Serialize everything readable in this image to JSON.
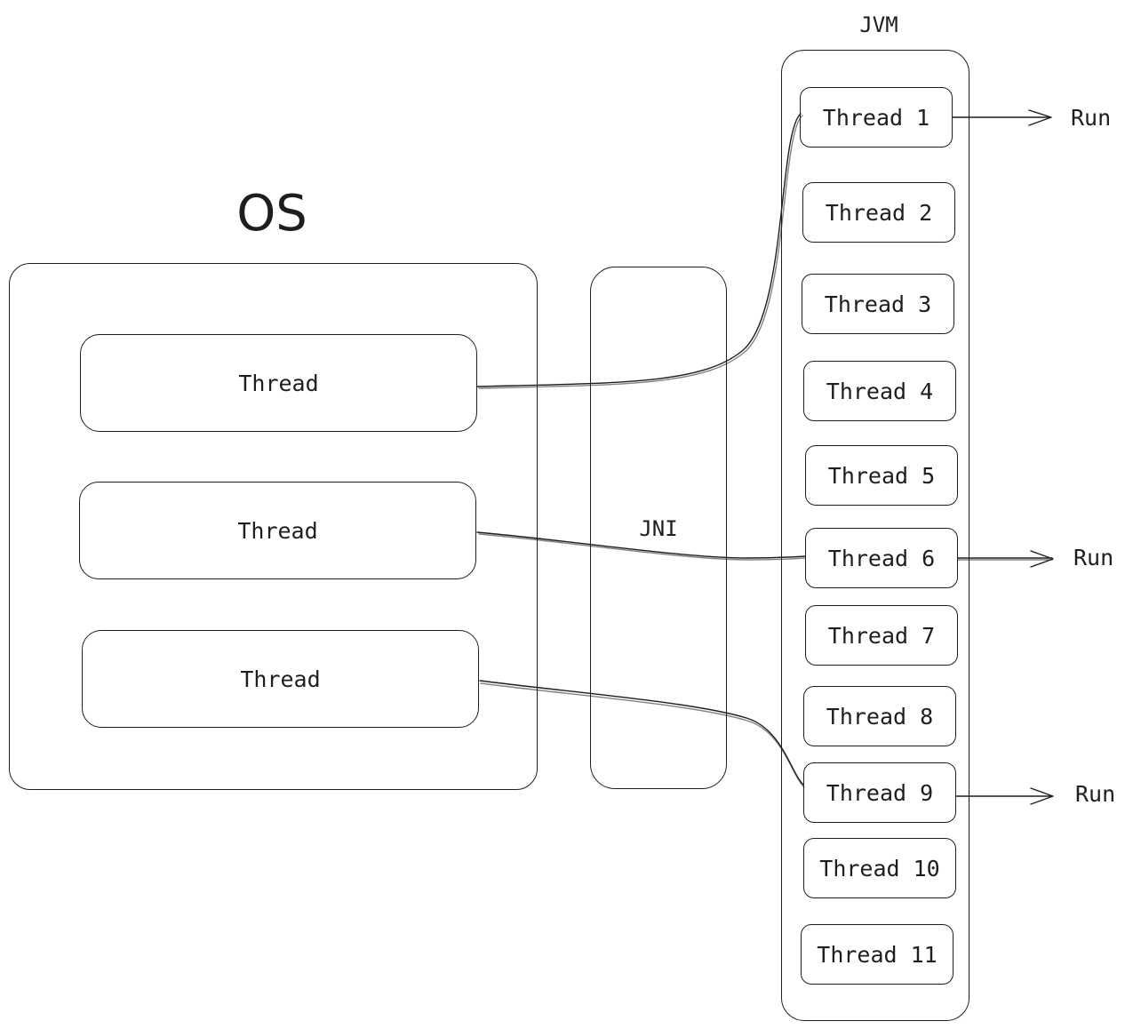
{
  "os": {
    "title": "OS",
    "threads": [
      "Thread",
      "Thread",
      "Thread"
    ]
  },
  "jni": {
    "label": "JNI"
  },
  "jvm": {
    "title": "JVM",
    "threads": [
      "Thread 1",
      "Thread 2",
      "Thread 3",
      "Thread 4",
      "Thread 5",
      "Thread 6",
      "Thread 7",
      "Thread 8",
      "Thread 9",
      "Thread 10",
      "Thread 11"
    ]
  },
  "run_labels": [
    "Run",
    "Run",
    "Run"
  ],
  "colors": {
    "stroke": "#1e1e1e",
    "background": "#ffffff"
  }
}
